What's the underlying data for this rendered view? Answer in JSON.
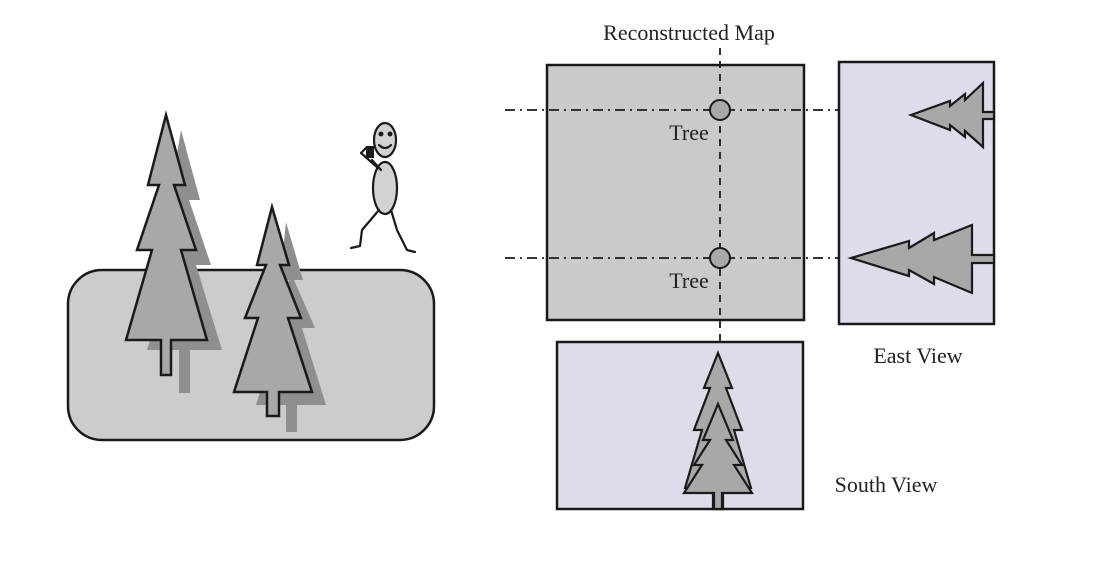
{
  "map": {
    "title": "Reconstructed Map",
    "markers": [
      {
        "label": "Tree"
      },
      {
        "label": "Tree"
      }
    ]
  },
  "views": {
    "east_label": "East View",
    "south_label": "South View"
  },
  "colors": {
    "ground": "#cccccc",
    "tree_fill": "#a8a8a8",
    "tree_shadow": "#8f8f8f",
    "map_fill": "#cacaca",
    "view_fill": "#dcdcea",
    "stroke": "#1a1a1a"
  }
}
